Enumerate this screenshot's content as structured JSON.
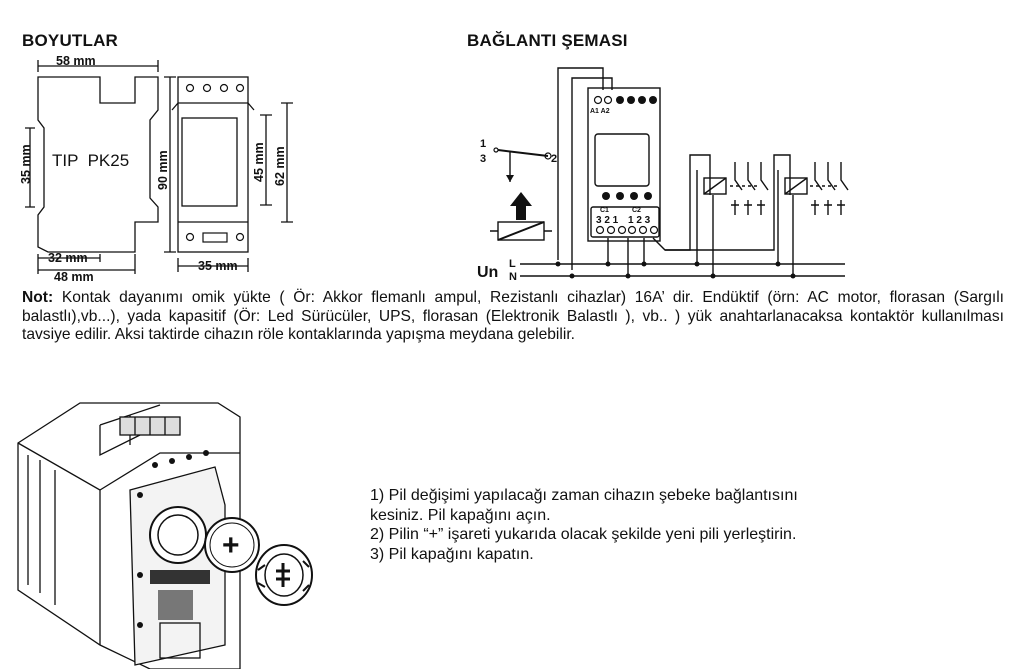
{
  "headings": {
    "dimensions": "BOYUTLAR",
    "wiring": "BAĞLANTI ŞEMASI"
  },
  "dimensions": {
    "top_width": "58 mm",
    "left_height": "35 mm",
    "model": "TIP  PK25",
    "height_90": "90 mm",
    "bottom_32": "32 mm",
    "bottom_48": "48 mm",
    "window_45": "45 mm",
    "front_62": "62 mm",
    "front_width": "35 mm"
  },
  "wiring": {
    "switch_1": "1",
    "switch_3": "3",
    "switch_2": "2",
    "a_terms": "A1 A2",
    "c1": "C1",
    "c2": "C2",
    "c1_terms": "3 2 1",
    "c2_terms": "1 2 3",
    "un": "Un",
    "l": "L",
    "n": "N"
  },
  "note": {
    "label": "Not:",
    "text": " Kontak dayanımı omik yükte ( Ör: Akkor flemanlı ampul, Rezistanlı cihazlar) 16A’ dir. Endüktif (örn: AC motor, florasan (Sargılı balastlı),vb...), yada kapasitif (Ör: Led Sürücüler, UPS, florasan (Elektronik Balastlı ), vb.. ) yük anahtarlanacaksa kontaktör kullanılması tavsiye edilir. Aksi taktirde cihazın röle kontaklarında yapışma meydana gelebilir."
  },
  "battery": {
    "plus": "+",
    "steps": [
      "1) Pil değişimi yapılacağı zaman cihazın şebeke bağlantısını",
      "kesiniz. Pil kapağını açın.",
      "2) Pilin “+” işareti yukarıda olacak şekilde yeni pili yerleştirin.",
      "3) Pil kapağını kapatın."
    ]
  }
}
